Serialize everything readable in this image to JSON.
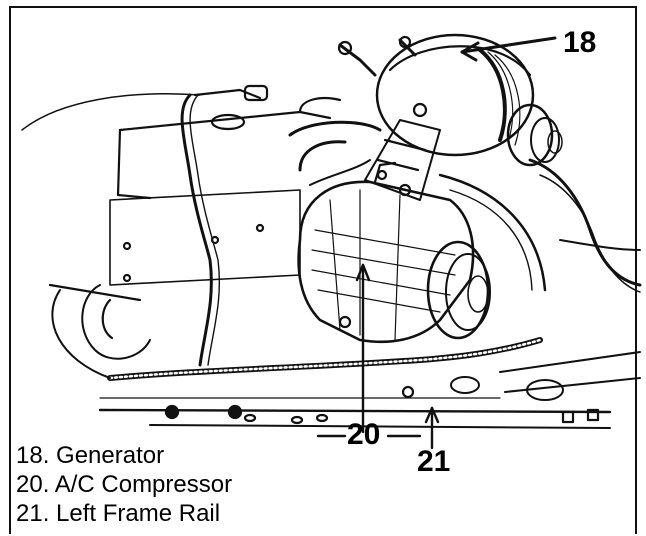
{
  "callouts": {
    "generator": "18",
    "compressor": "20",
    "frame_rail": "21"
  },
  "legend": [
    {
      "label": "18. Generator"
    },
    {
      "label": "20. A/C Compressor"
    },
    {
      "label": "21. Left Frame Rail"
    }
  ]
}
